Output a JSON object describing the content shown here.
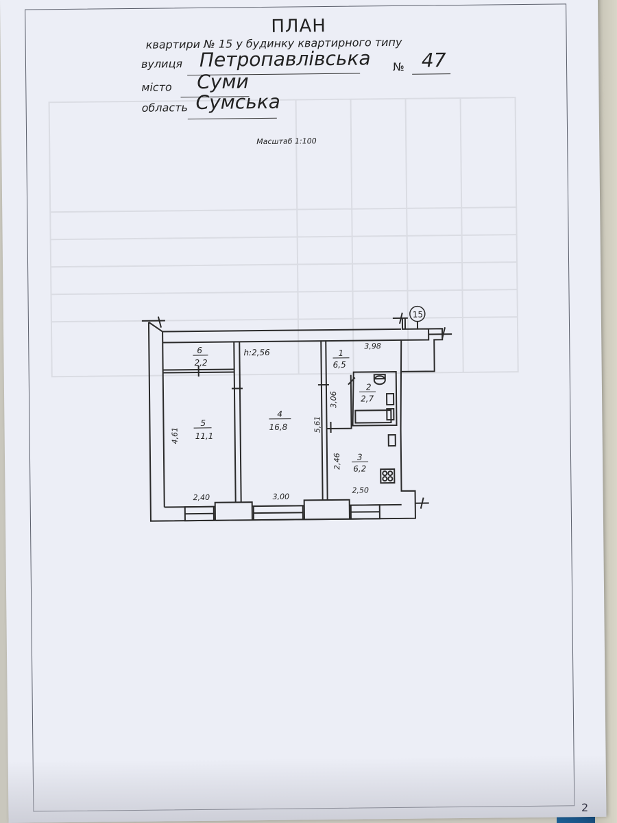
{
  "header": {
    "title": "ПЛАН",
    "subtitle": "квартири № 15 у будинку квартирного типу",
    "street_label": "вулиця",
    "street_value": "Петропавлівська",
    "number_label": "№",
    "number_value": "47",
    "city_label": "місто",
    "city_value": "Суми",
    "region_label": "область",
    "region_value": "Сумська",
    "scale": "Масштаб 1:100"
  },
  "plan": {
    "apartment_marker": "15",
    "height_label": "h:2,56",
    "rooms": [
      {
        "number": "1",
        "area": "6,5"
      },
      {
        "number": "2",
        "area": "2,7"
      },
      {
        "number": "3",
        "area": "6,2"
      },
      {
        "number": "4",
        "area": "16,8"
      },
      {
        "number": "5",
        "area": "11,1"
      },
      {
        "number": "6",
        "area": "2,2"
      }
    ],
    "dimensions": {
      "top_right": "3,98",
      "left_height": "4,61",
      "middle_height": "5,61",
      "bath_height": "3,06",
      "kitchen_height": "2,46",
      "bottom_left": "2,40",
      "bottom_mid": "3,00",
      "bottom_right": "2,50"
    }
  },
  "page_number": "2",
  "colors": {
    "paper": "#eceef6",
    "ink": "#222222",
    "binder": "#1a5588"
  }
}
